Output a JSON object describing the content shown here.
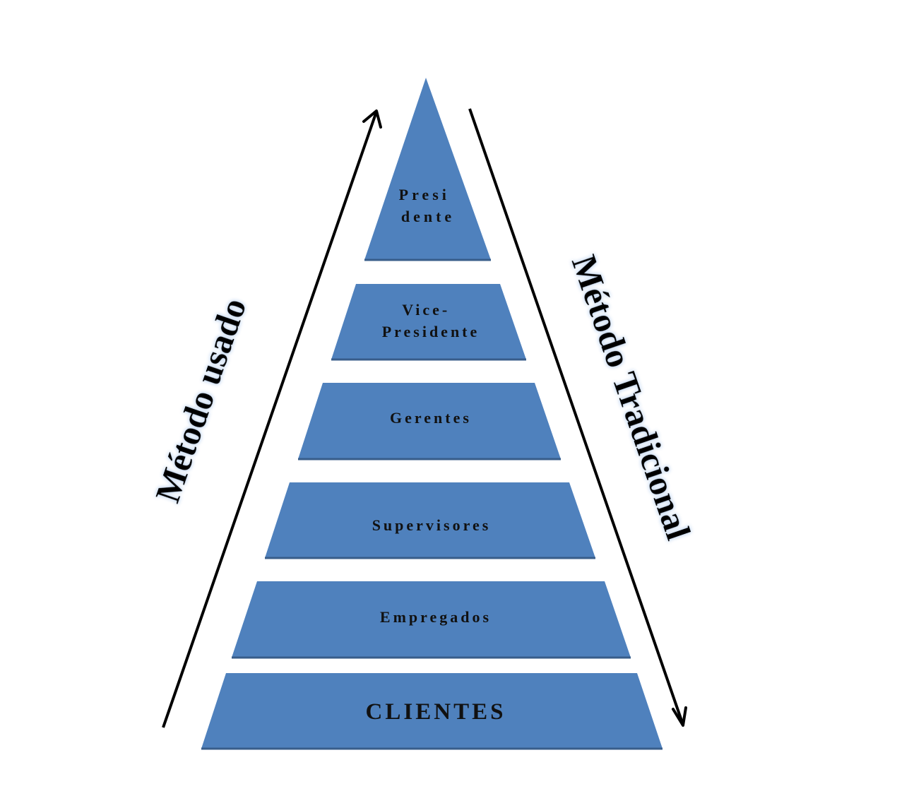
{
  "colors": {
    "level_fill": "#4f81bd",
    "level_shadow": "#385d8a",
    "arrow": "#000000",
    "label_glow": "#c6d9f1"
  },
  "levels": [
    {
      "lines": [
        "Presi",
        "dente"
      ]
    },
    {
      "lines": [
        "Vice-",
        "Presidente"
      ]
    },
    {
      "lines": [
        "Gerentes"
      ]
    },
    {
      "lines": [
        "Supervisores"
      ]
    },
    {
      "lines": [
        "Empregados"
      ]
    },
    {
      "lines": [
        "CLIENTES"
      ]
    }
  ],
  "left_label": "Método usado",
  "right_label": "Método Tradicional",
  "left_arrow_direction": "up",
  "right_arrow_direction": "down"
}
